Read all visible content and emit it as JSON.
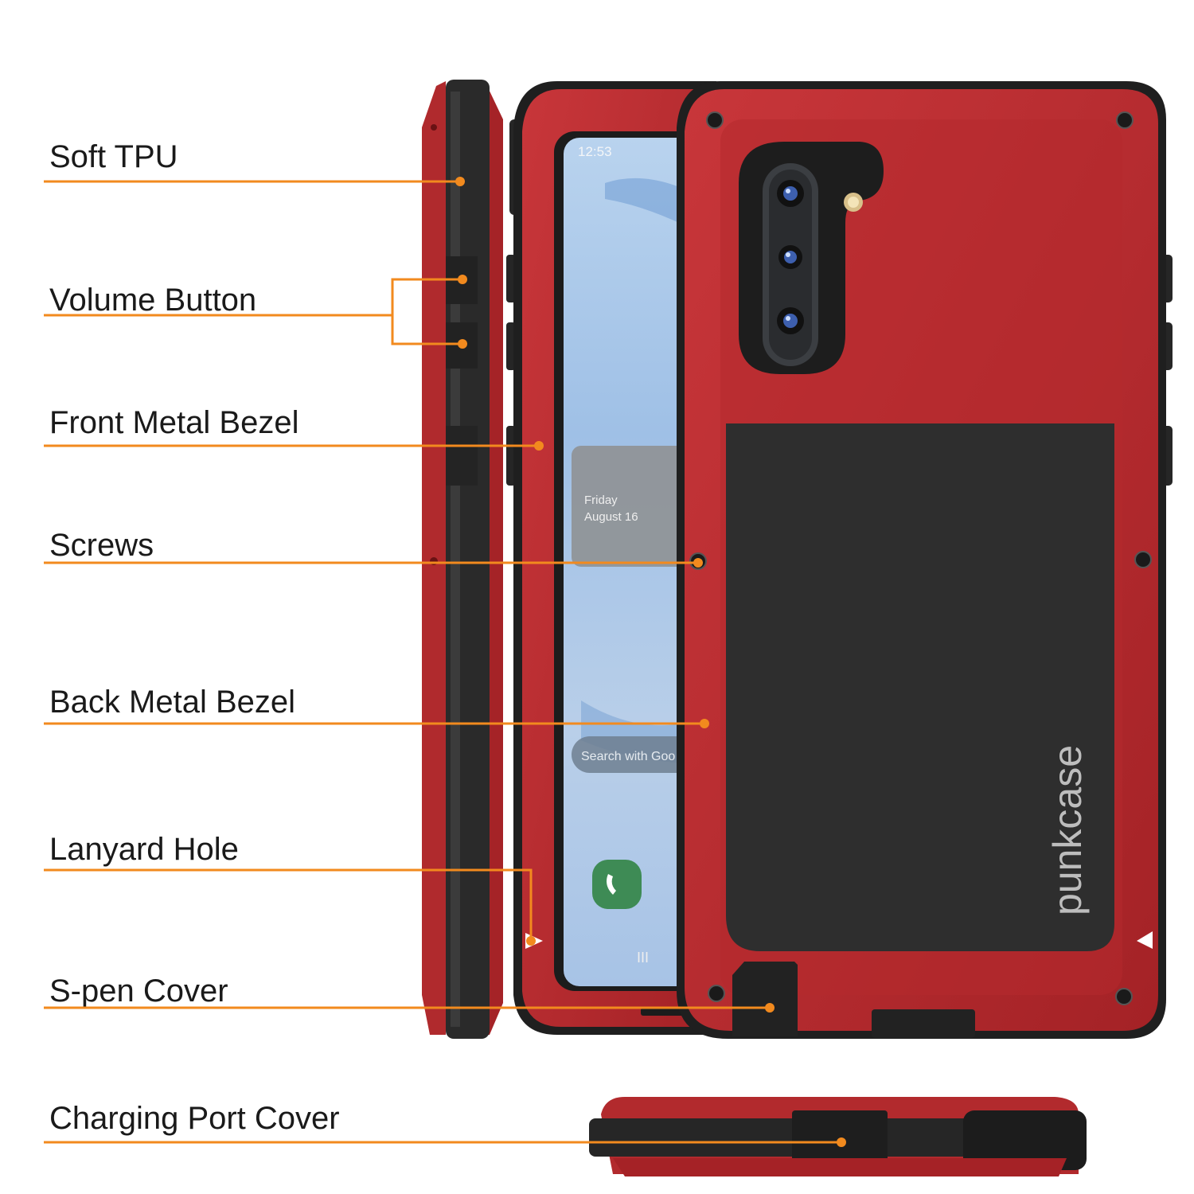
{
  "colors": {
    "accent": "#f28a1e",
    "case_red": "#b8292c",
    "case_red_dark": "#8c1d20",
    "case_black": "#2b2b2b",
    "screen_blue": "#a9c6e8"
  },
  "callouts": [
    {
      "id": "soft-tpu",
      "label": "Soft TPU"
    },
    {
      "id": "volume-button",
      "label": "Volume Button"
    },
    {
      "id": "front-metal-bezel",
      "label": "Front Metal Bezel"
    },
    {
      "id": "screws",
      "label": "Screws"
    },
    {
      "id": "back-metal-bezel",
      "label": "Back Metal Bezel"
    },
    {
      "id": "lanyard-hole",
      "label": "Lanyard Hole"
    },
    {
      "id": "s-pen-cover",
      "label": "S-pen Cover"
    },
    {
      "id": "charging-port-cover",
      "label": "Charging Port Cover"
    }
  ],
  "phone_screen": {
    "time": "12:53",
    "date_day": "Friday",
    "date_full": "August 16",
    "search_text": "Search with Goo",
    "nav_glyph": "III",
    "phone_app_icon": "phone-call-icon"
  },
  "brand": {
    "logo_text": "punkcase"
  }
}
